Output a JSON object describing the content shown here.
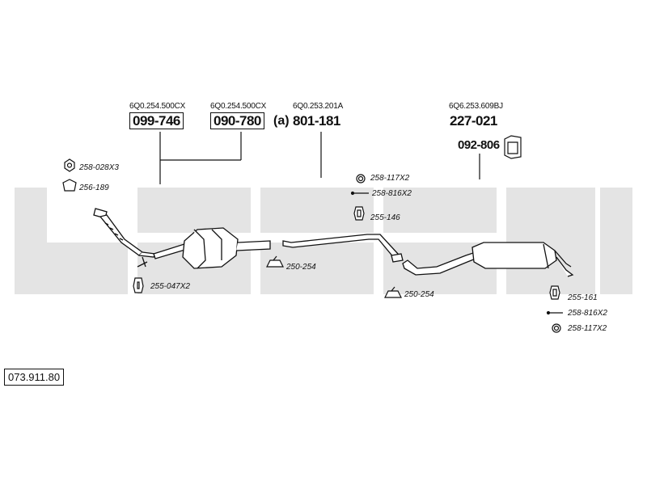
{
  "diagram": {
    "catalog_number": "073.911.80",
    "oem_labels": {
      "cat1": "6Q0.254.500CX",
      "cat2": "6Q0.254.500CX",
      "mid": "6Q0.253.201A",
      "rear": "6Q6.253.609BJ"
    },
    "part_numbers": {
      "cat1": "099-746",
      "cat2": "090-780",
      "cat2_suffix": "(a)",
      "mid": "801-181",
      "rear": "227-021",
      "rear_bracket": "092-806"
    },
    "fitting_refs": {
      "nut": "258-028X3",
      "gasket_front": "256-189",
      "clamp_front": "255-047X2",
      "clamp_cat": "250-254",
      "ring_mid": "258-117X2",
      "bolt_mid": "258-816X2",
      "hanger_mid": "255-146",
      "clamp_rear": "250-254",
      "hanger_rear": "255-161",
      "bolt_rear": "258-816X2",
      "ring_rear": "258-117X2"
    },
    "colors": {
      "line": "#111111",
      "watermark": "#e4e4e4"
    }
  }
}
